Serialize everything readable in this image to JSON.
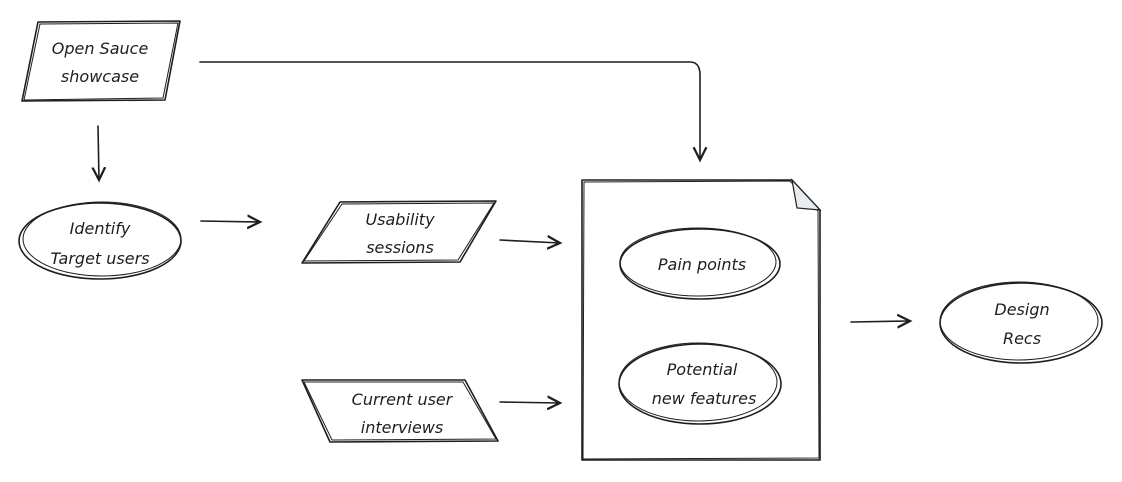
{
  "nodes": {
    "open_sauce": {
      "line1": "Open Sauce",
      "line2": "showcase"
    },
    "identify": {
      "line1": "Identify",
      "line2": "Target users"
    },
    "usability": {
      "line1": "Usability",
      "line2": "sessions"
    },
    "interviews": {
      "line1": "Current user",
      "line2": "interviews"
    },
    "pain_points": {
      "line1": "Pain points"
    },
    "potential": {
      "line1": "Potential",
      "line2": "new features"
    },
    "design_recs": {
      "line1": "Design",
      "line2": "Recs"
    }
  },
  "colors": {
    "stroke": "#1e1e1e",
    "background": "#ffffff",
    "fold": "#e9ecef"
  }
}
